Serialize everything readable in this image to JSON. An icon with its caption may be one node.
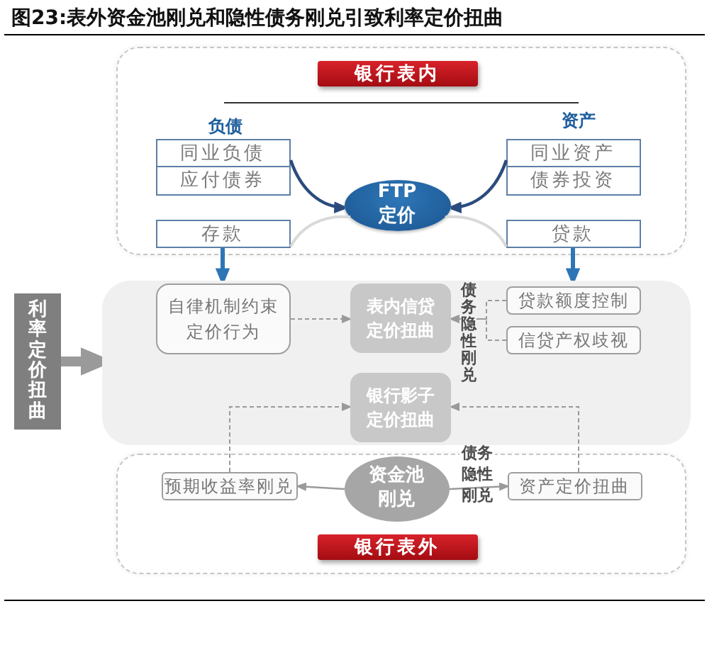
{
  "diagram": {
    "title": "图23:表外资金池刚兑和隐性债务刚兑引致利率定价扭曲",
    "nodes": [
      {
        "text": [],
        "shape": "box"
      },
      {
        "text": [
          "银行表内"
        ],
        "in": 0
      },
      {
        "text": [
          "同业负债"
        ],
        "in": 0
      },
      {
        "text": [
          "应付债券"
        ],
        "in": 0
      },
      {
        "text": [
          "FTP定价"
        ],
        "in": 0
      },
      {
        "text": [
          "同业资产"
        ],
        "in": 0
      },
      {
        "text": [
          "债券投资"
        ],
        "in": 0
      },
      {
        "text": [
          "存款"
        ],
        "in": 0
      },
      {
        "text": [
          "贷款"
        ],
        "in": 0
      },
      {
        "text": [
          "利率定价扭曲"
        ]
      },
      {
        "text": [],
        "shape": "box"
      },
      {
        "text": [
          "自律机制约束定价行为"
        ],
        "in": 10
      },
      {
        "text": [
          "表内信贷定价扭曲"
        ],
        "in": 10
      },
      {
        "text": [
          "贷款额度控制"
        ],
        "in": 10
      },
      {
        "text": [
          "信贷产权歧视"
        ],
        "in": 10
      },
      {
        "text": [
          "银行影子定价扭曲"
        ],
        "in": 10
      },
      {
        "text": [],
        "shape": "box"
      },
      {
        "text": [
          "预期收益率刚兑"
        ],
        "in": 16
      },
      {
        "text": [
          "资金池刚兑"
        ],
        "in": 16
      },
      {
        "text": [
          "资产定价扭曲"
        ],
        "in": 16
      },
      {
        "text": [
          "银行表外"
        ],
        "in": 16
      }
    ],
    "edges": [
      {
        "from": 2,
        "to": 4,
        "arrow": "to",
        "color": "#2b4c7e"
      },
      {
        "from": 5,
        "to": 4,
        "arrow": "to",
        "color": "#2b4c7e"
      },
      {
        "from": 4,
        "to": 7,
        "arrow": "none",
        "color": "#d9d9d9"
      },
      {
        "from": 4,
        "to": 8,
        "arrow": "none",
        "color": "#d9d9d9"
      },
      {
        "from": 7,
        "to": 10,
        "arrow": "to",
        "style": "thick",
        "color": "#2e75b6"
      },
      {
        "from": 8,
        "to": 10,
        "arrow": "to",
        "style": "thick",
        "color": "#2e75b6"
      },
      {
        "from": 9,
        "to": 10,
        "arrow": "to",
        "style": "thick"
      },
      {
        "from": 11,
        "to": 12,
        "arrow": "to",
        "style": "dashed"
      },
      {
        "from": 13,
        "to": 12,
        "arrow": "to",
        "style": "dashed",
        "label": "债务隐性刚兑"
      },
      {
        "from": 14,
        "to": 12,
        "arrow": "to",
        "style": "dashed"
      },
      {
        "from": 17,
        "to": 15,
        "arrow": "to",
        "style": "dashed"
      },
      {
        "from": 19,
        "to": 15,
        "arrow": "to",
        "style": "dashed"
      },
      {
        "from": 18,
        "to": 17,
        "arrow": "to"
      },
      {
        "from": 18,
        "to": 19,
        "arrow": "to",
        "label": "债务隐性刚兑"
      }
    ],
    "labels": [
      "负债",
      "资产"
    ]
  }
}
